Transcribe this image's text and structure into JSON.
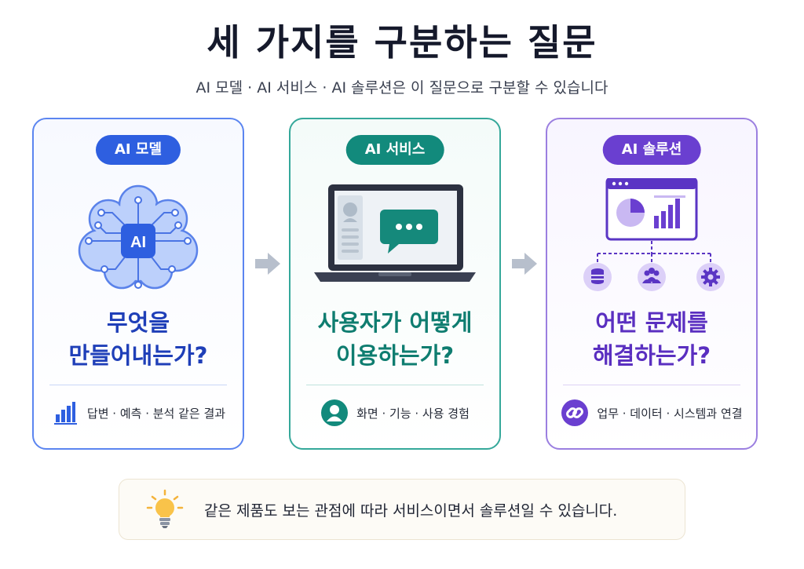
{
  "header": {
    "title": "세 가지를 구분하는 질문",
    "subtitle": "AI 모델 · AI 서비스 · AI 솔루션은 이 질문으로 구분할 수 있습니다"
  },
  "cards": [
    {
      "label": "AI 모델",
      "chip_text": "AI",
      "question_line1": "무엇을",
      "question_line2": "만들어내는가?",
      "footer": "답변 · 예측 · 분석 같은 결과",
      "color": "#2e5fe0",
      "icon": "brain-chip-icon",
      "footer_icon": "bar-chart-icon"
    },
    {
      "label": "AI 서비스",
      "question_line1": "사용자가 어떻게",
      "question_line2": "이용하는가?",
      "footer": "화면 · 기능 · 사용 경험",
      "color": "#128a7c",
      "icon": "laptop-chat-icon",
      "footer_icon": "user-icon"
    },
    {
      "label": "AI 솔루션",
      "question_line1": "어떤 문제를",
      "question_line2": "해결하는가?",
      "footer": "업무 · 데이터 · 시스템과 연결",
      "color": "#6a3fd0",
      "icon": "dashboard-network-icon",
      "footer_icon": "link-icon"
    }
  ],
  "tip": {
    "text": "같은 제품도 보는 관점에 따라 서비스이면서 솔루션일 수 있습니다.",
    "icon": "lightbulb-icon"
  }
}
